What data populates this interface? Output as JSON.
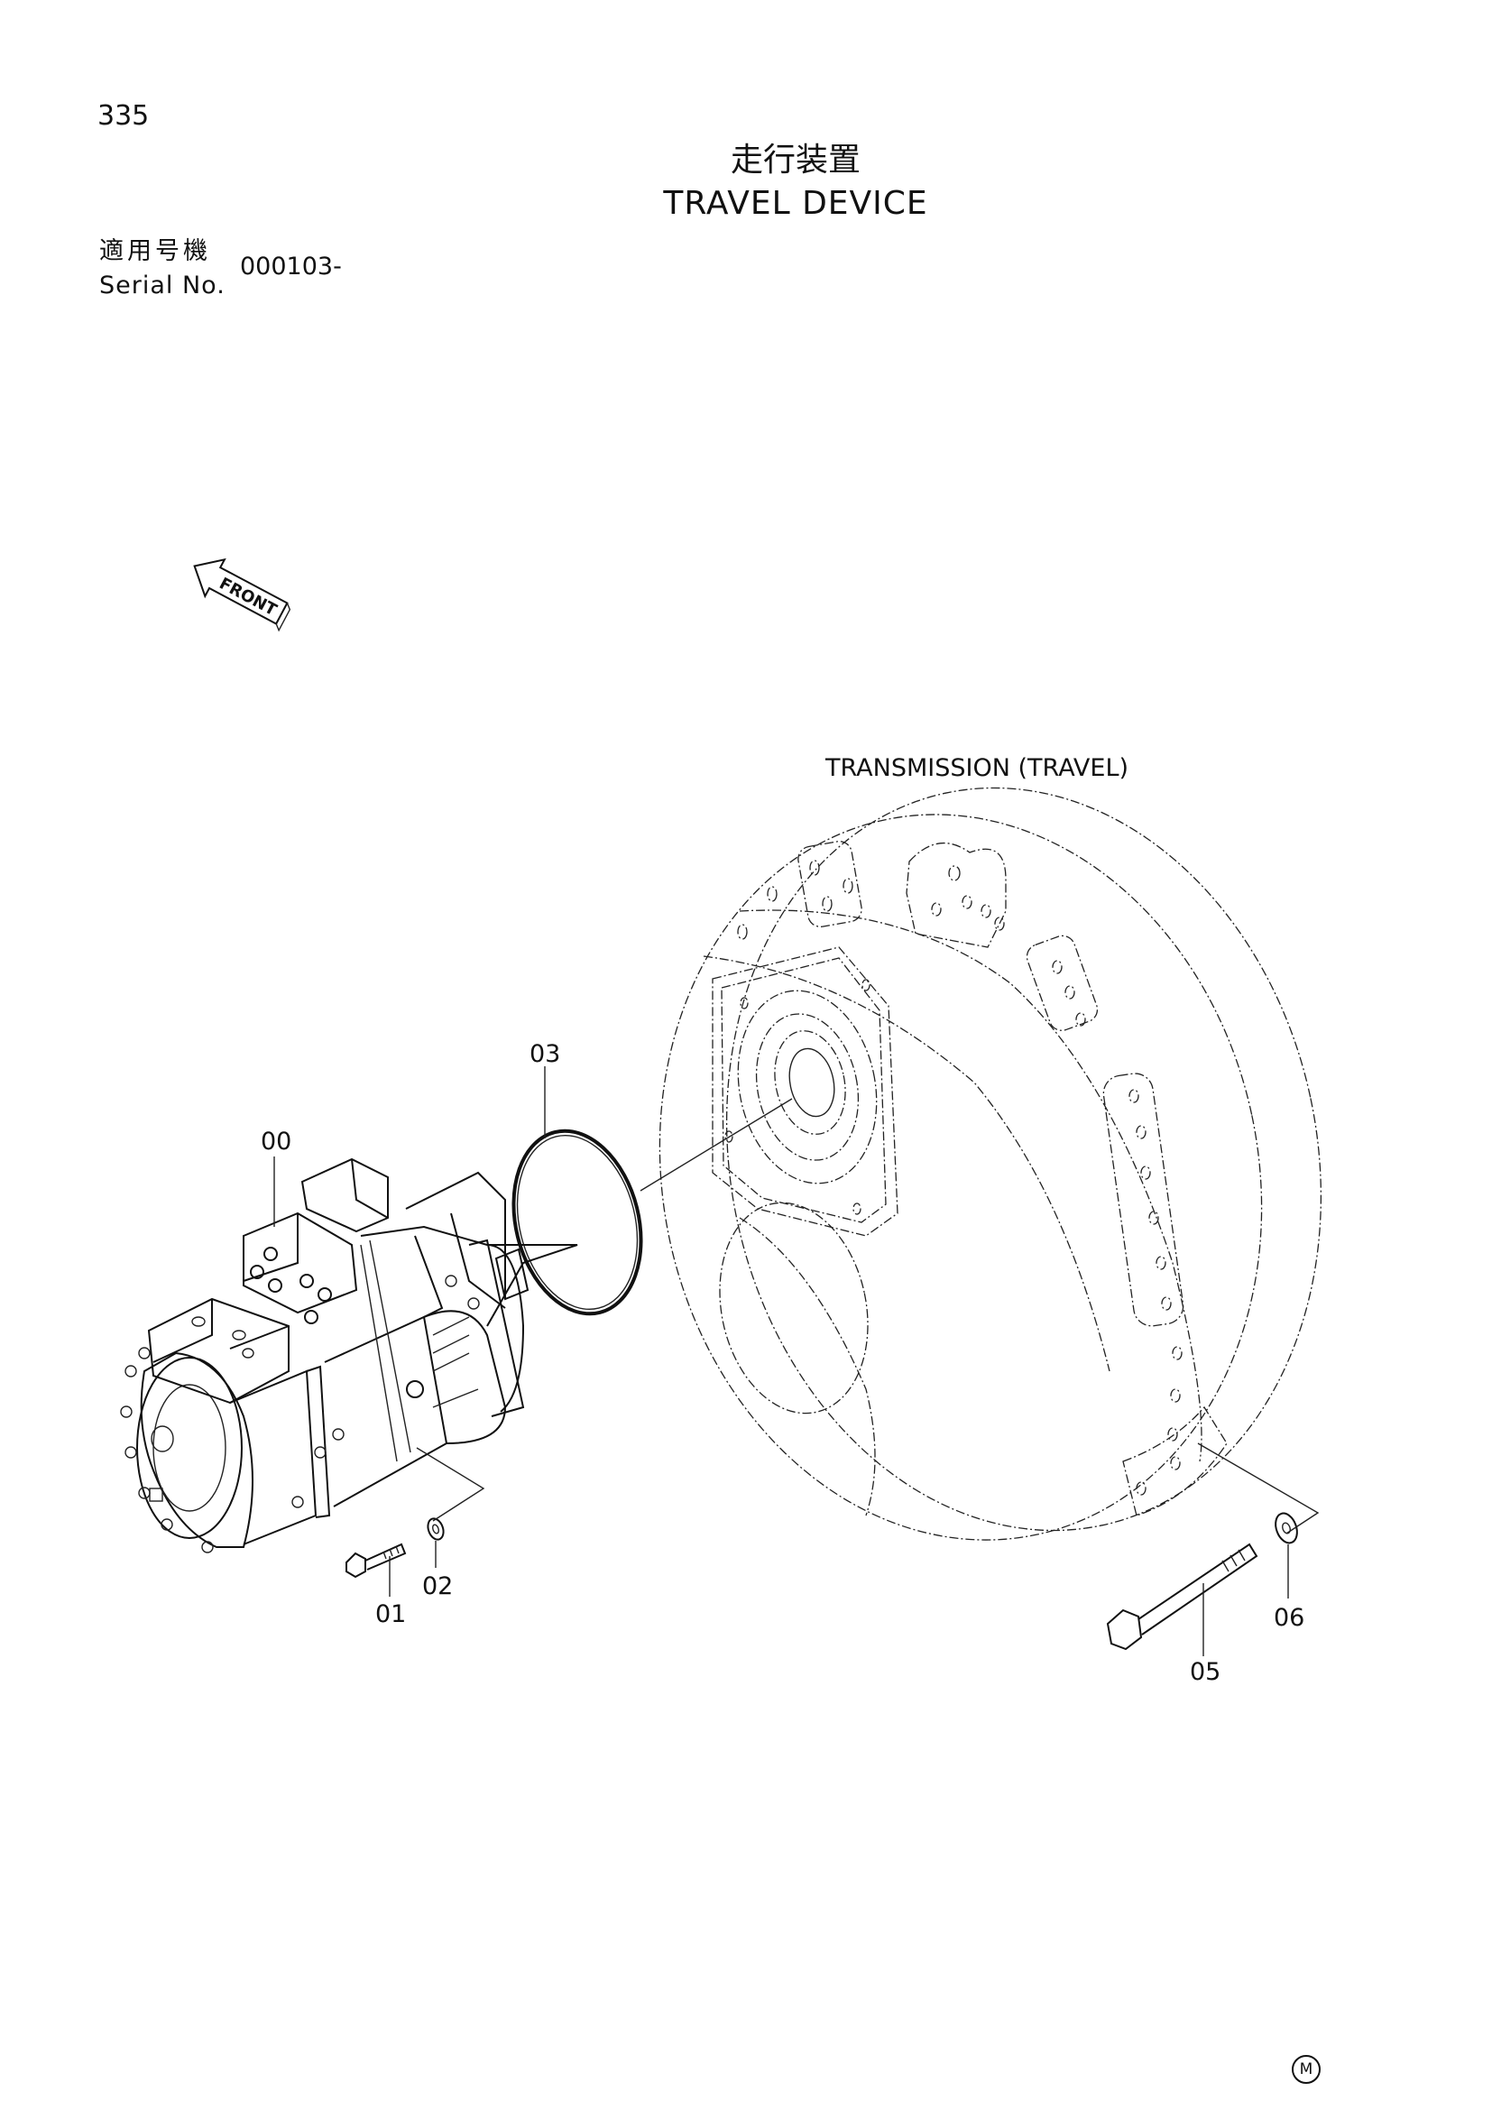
{
  "page": {
    "number": "335",
    "title_jp": "走行装置",
    "title_en": "TRAVEL DEVICE"
  },
  "serial": {
    "label_jp": "適用号機",
    "label_en": "Serial No.",
    "value": "000103-"
  },
  "diagram": {
    "front_arrow": "FRONT",
    "assembly_label": "TRANSMISSION (TRAVEL)",
    "callouts": [
      "00",
      "01",
      "02",
      "03",
      "05",
      "06"
    ],
    "mark": "M"
  }
}
